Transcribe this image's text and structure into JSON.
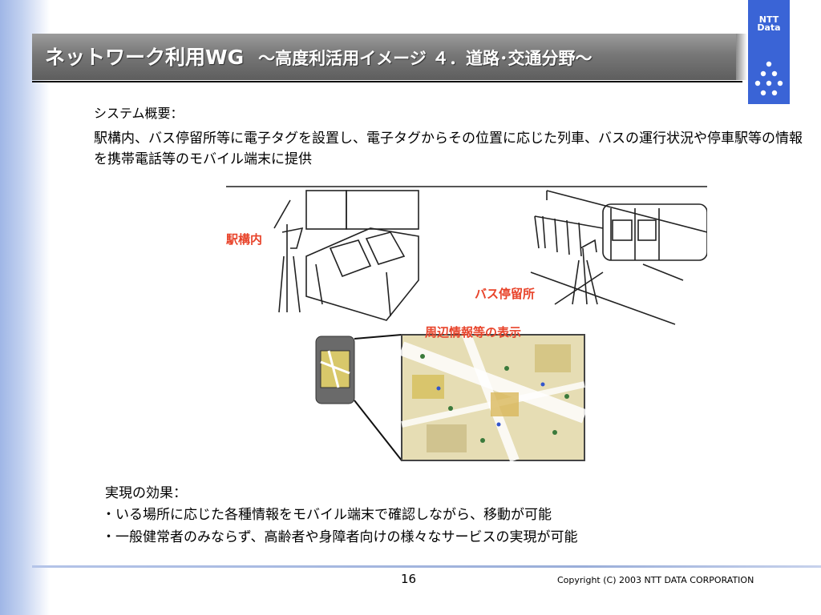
{
  "header": {
    "title_main": "ネットワーク利用WG",
    "title_sub": "～高度利活用イメージ ４．道路･交通分野～",
    "logo_text_line1": "NTT",
    "logo_text_line2": "Data",
    "brand_color": "#3a64d6"
  },
  "overview": {
    "label": "システム概要：",
    "text": "駅構内、バス停留所等に電子タグを設置し、電子タグからその位置に応じた列車、バスの運行状況や停車駅等の情報を携帯電話等のモバイル端末に提供"
  },
  "figure": {
    "label_station": "駅構内",
    "label_bus_stop": "バス停留所",
    "label_map": "周辺情報等の表示",
    "label_color": "#e8432a"
  },
  "effects": {
    "label": "実現の効果：",
    "items": [
      "・いる場所に応じた各種情報をモバイル端末で確認しながら、移動が可能",
      "・一般健常者のみならず、高齢者や身障者向けの様々なサービスの実現が可能"
    ]
  },
  "footer": {
    "page_number": "16",
    "copyright": "Copyright (C) 2003 NTT DATA CORPORATION"
  }
}
